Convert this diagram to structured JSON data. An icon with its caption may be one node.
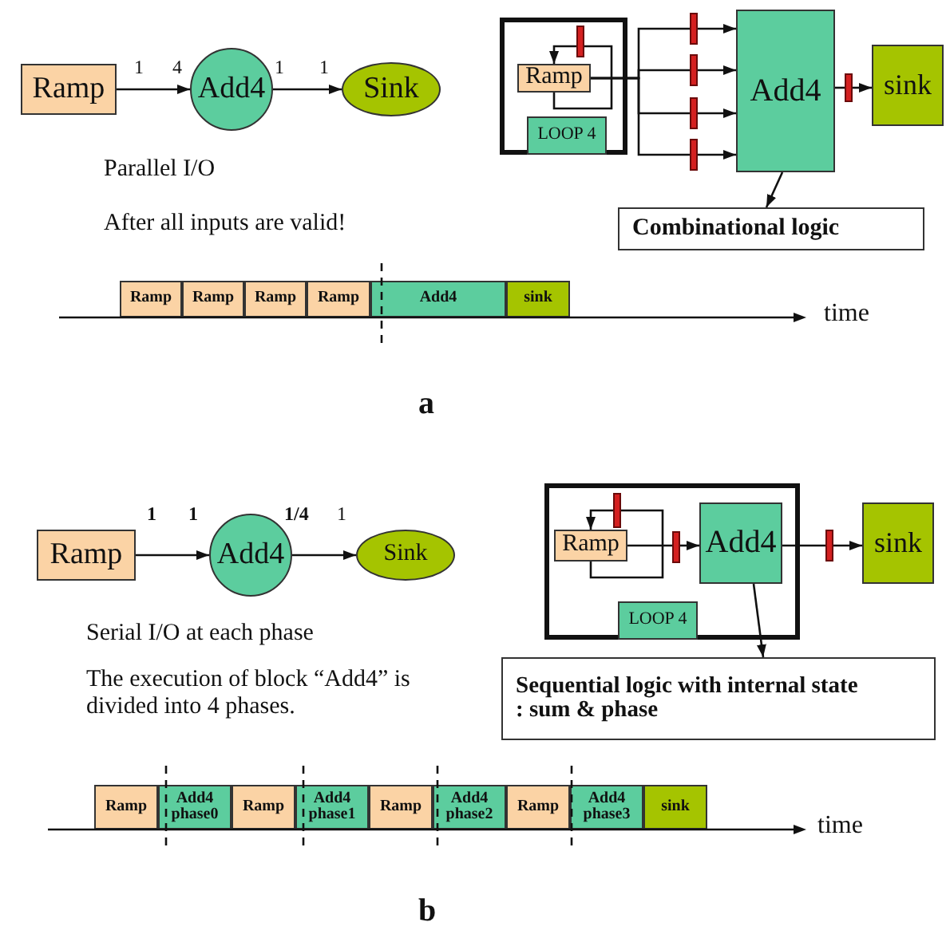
{
  "diagram": {
    "nodes": [
      {
        "text": [
          "Ramp"
        ]
      },
      {
        "text": [
          "Add4"
        ]
      },
      {
        "text": [
          "Sink"
        ]
      },
      {
        "text": [],
        "shape": "box"
      },
      {
        "text": [],
        "shape": "bar",
        "in": 3
      },
      {
        "text": [
          "Ramp"
        ],
        "in": 3
      },
      {
        "text": [
          "LOOP 4"
        ],
        "in": 3
      },
      {
        "text": [],
        "shape": "bar"
      },
      {
        "text": [],
        "shape": "bar"
      },
      {
        "text": [],
        "shape": "bar"
      },
      {
        "text": [],
        "shape": "bar"
      },
      {
        "text": [
          "Add4"
        ]
      },
      {
        "text": [],
        "shape": "bar"
      },
      {
        "text": [
          "sink"
        ]
      },
      {
        "text": [
          "Combinational logic"
        ]
      },
      {
        "text": [
          "Ramp"
        ]
      },
      {
        "text": [
          "Ramp"
        ]
      },
      {
        "text": [
          "Ramp"
        ]
      },
      {
        "text": [
          "Ramp"
        ]
      },
      {
        "text": [
          "Add4"
        ]
      },
      {
        "text": [
          "sink"
        ]
      },
      {
        "text": [
          "Ramp"
        ]
      },
      {
        "text": [
          "Add4"
        ]
      },
      {
        "text": [
          "Sink"
        ]
      },
      {
        "text": [],
        "shape": "box"
      },
      {
        "text": [],
        "shape": "bar",
        "in": 24
      },
      {
        "text": [
          "Ramp"
        ],
        "in": 24
      },
      {
        "text": [
          "LOOP 4"
        ],
        "in": 24
      },
      {
        "text": [],
        "shape": "bar",
        "in": 24
      },
      {
        "text": [
          "Add4"
        ],
        "in": 24
      },
      {
        "text": [],
        "shape": "bar"
      },
      {
        "text": [
          "sink"
        ]
      },
      {
        "text": [
          "Sequential logic with internal state : sum & phase"
        ]
      },
      {
        "text": [
          "Ramp"
        ]
      },
      {
        "text": [
          "Add4 phase0"
        ]
      },
      {
        "text": [
          "Ramp"
        ]
      },
      {
        "text": [
          "Add4 phase1"
        ]
      },
      {
        "text": [
          "Ramp"
        ]
      },
      {
        "text": [
          "Add4 phase2"
        ]
      },
      {
        "text": [
          "Ramp"
        ]
      },
      {
        "text": [
          "Add4 phase3"
        ]
      },
      {
        "text": [
          "sink"
        ]
      }
    ],
    "edges": [
      {
        "from": 0,
        "to": 1,
        "arrow": "to"
      },
      {
        "from": 1,
        "to": 2,
        "arrow": "to"
      },
      {
        "from": 5,
        "to": 4,
        "arrow": "none"
      },
      {
        "from": 4,
        "to": 5,
        "arrow": "to"
      },
      {
        "from": 5,
        "to": 7,
        "arrow": "none"
      },
      {
        "from": 7,
        "to": 11,
        "arrow": "to"
      },
      {
        "from": 5,
        "to": 8,
        "arrow": "none"
      },
      {
        "from": 8,
        "to": 11,
        "arrow": "to"
      },
      {
        "from": 5,
        "to": 9,
        "arrow": "none"
      },
      {
        "from": 9,
        "to": 11,
        "arrow": "to"
      },
      {
        "from": 5,
        "to": 10,
        "arrow": "none"
      },
      {
        "from": 10,
        "to": 11,
        "arrow": "to"
      },
      {
        "from": 11,
        "to": 12,
        "arrow": "none"
      },
      {
        "from": 12,
        "to": 13,
        "arrow": "to"
      },
      {
        "from": 11,
        "to": 14,
        "arrow": "to"
      },
      {
        "from": 21,
        "to": 22,
        "arrow": "to"
      },
      {
        "from": 22,
        "to": 23,
        "arrow": "to"
      },
      {
        "from": 26,
        "to": 25,
        "arrow": "none"
      },
      {
        "from": 25,
        "to": 26,
        "arrow": "to"
      },
      {
        "from": 26,
        "to": 28,
        "arrow": "none"
      },
      {
        "from": 28,
        "to": 29,
        "arrow": "to"
      },
      {
        "from": 29,
        "to": 30,
        "arrow": "none"
      },
      {
        "from": 30,
        "to": 31,
        "arrow": "to"
      },
      {
        "from": 29,
        "to": 32,
        "arrow": "to"
      }
    ],
    "labels": [
      "1",
      "4",
      "1",
      "1",
      "Parallel I/O",
      "After all inputs are valid!",
      "time",
      "a",
      "1",
      "1",
      "1/4",
      "1",
      "Serial I/O at each phase",
      "The execution of block “Add4” is divided into 4 phases.",
      "time",
      "b"
    ]
  }
}
